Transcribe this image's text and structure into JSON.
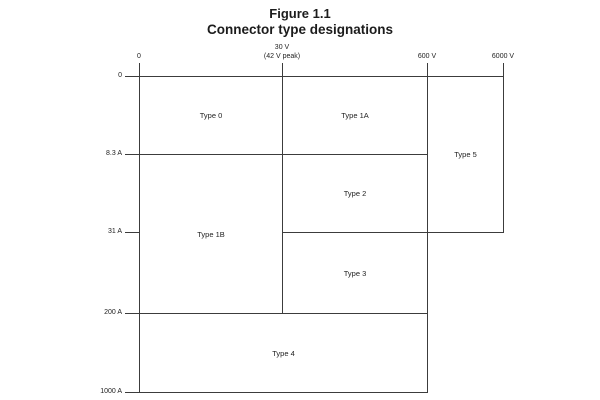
{
  "title": {
    "figure": "Figure 1.1",
    "subtitle": "Connector type designations"
  },
  "axes": {
    "voltage": {
      "v0": "0",
      "v30_line1": "30 V",
      "v30_line2": "(42 V peak)",
      "v600": "600 V",
      "v6000": "6000 V"
    },
    "current": {
      "a0": "0",
      "a8_3": "8.3 A",
      "a31": "31 A",
      "a200": "200 A",
      "a1000": "1000 A"
    }
  },
  "regions": {
    "type0": "Type 0",
    "type1a": "Type 1A",
    "type1b": "Type 1B",
    "type2": "Type 2",
    "type3": "Type 3",
    "type4": "Type 4",
    "type5": "Type 5"
  },
  "colors": {
    "line": "#3c3c3c",
    "text": "#222222",
    "background": "#ffffff"
  }
}
